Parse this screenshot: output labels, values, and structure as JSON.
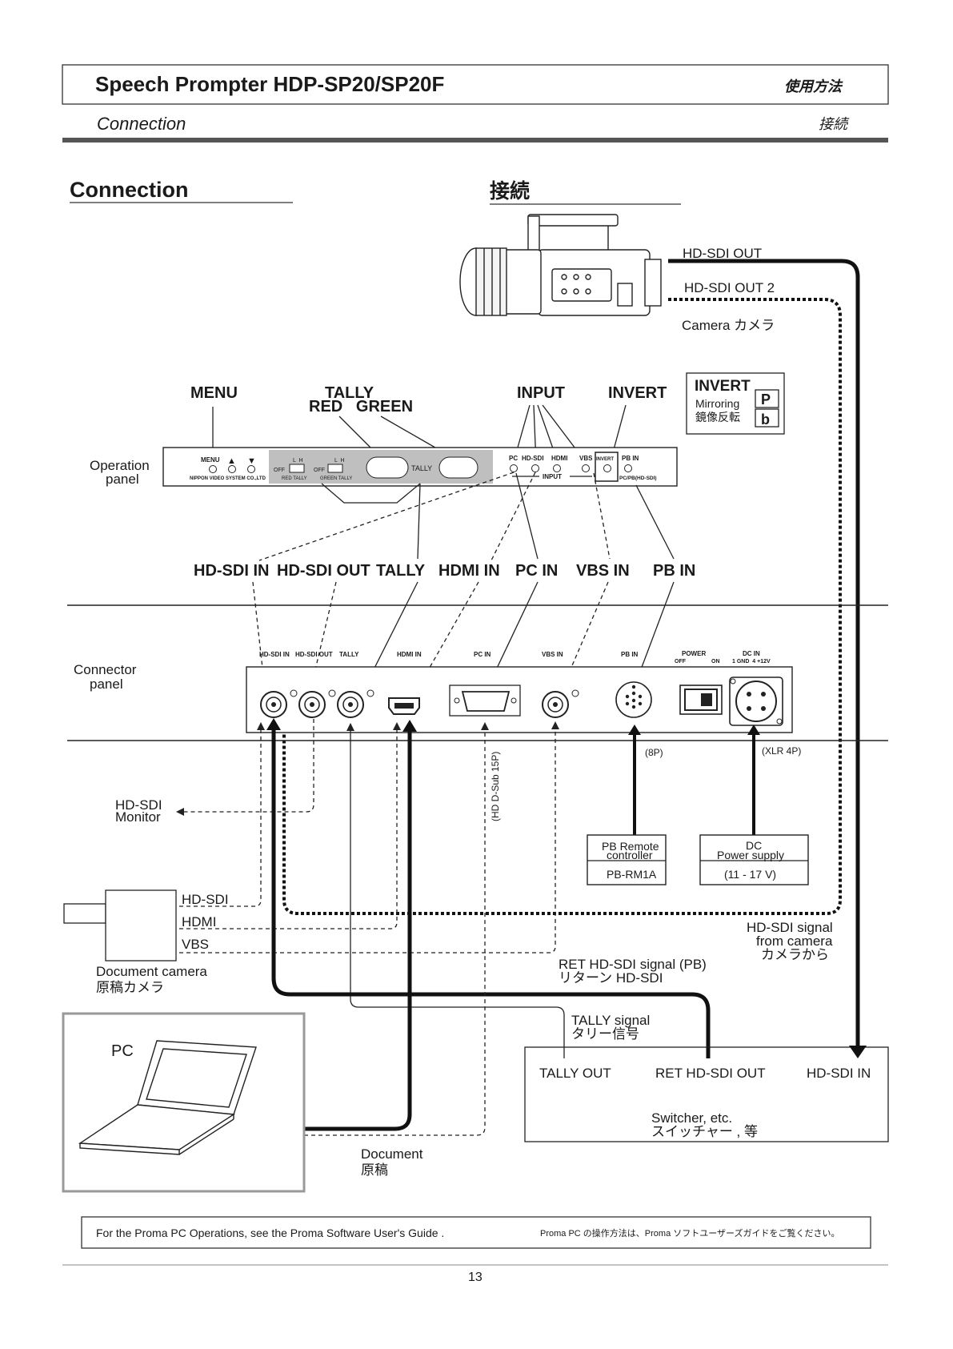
{
  "header": {
    "title": "Speech Prompter HDP-SP20/SP20F",
    "title_jp": "使用方法",
    "subtitle": "Connection",
    "subtitle_jp": "接続"
  },
  "section": {
    "title_en": "Connection",
    "title_jp": "接続"
  },
  "camera": {
    "out1": "HD-SDI OUT",
    "out2": "HD-SDI OUT 2",
    "label": "Camera カメラ"
  },
  "operation_panel": {
    "side_label_line1": "Operation",
    "side_label_line2": "panel",
    "callouts": {
      "menu": "MENU",
      "tally": "TALLY",
      "red_green": "RED   GREEN",
      "input": "INPUT",
      "invert": "INVERT"
    },
    "invert_box": {
      "title": "INVERT",
      "line1": "Mirroring",
      "line2": "鏡像反転",
      "glyph_p": "P",
      "glyph_b": "b"
    },
    "panel_text": {
      "menu": "MENU",
      "up": "▲",
      "down": "▼",
      "maker": "NIPPON VIDEO SYSTEM CO.,LTD",
      "lh": "L  H",
      "off": "OFF",
      "red_tally": "RED TALLY",
      "green_tally": "GREEN TALLY",
      "tally": "TALLY",
      "pc": "PC",
      "hdsdi": "HD-SDI",
      "hdmi": "HDMI",
      "vbs": "VBS",
      "invert": "INVERT",
      "pbin": "PB IN",
      "input": "INPUT",
      "pcpb": "PC/PB(HD-SDI)"
    }
  },
  "signal_labels": [
    "HD-SDI IN",
    "HD-SDI OUT",
    "TALLY",
    "HDMI IN",
    "PC IN",
    "VBS IN",
    "PB IN"
  ],
  "connector_panel": {
    "side_label_line1": "Connector",
    "side_label_line2": "panel",
    "ports": {
      "hdsdi_in": "HD-SDI IN",
      "hdsdi_out": "HD-SDI OUT",
      "tally": "TALLY",
      "hdmi_in": "HDMI IN",
      "pc_in": "PC IN",
      "vbs_in": "VBS IN",
      "pb_in": "PB IN",
      "power": "POWER",
      "off": "OFF",
      "on": "ON",
      "dc_in": "DC IN",
      "dc_pins": "1 GND  4 +12V"
    },
    "pin8": "(8P)",
    "xlr": "(XLR 4P)",
    "dsub": "(HD D-Sub 15P)"
  },
  "monitor": {
    "line1": "HD-SDI",
    "line2": "Monitor"
  },
  "doc_camera": {
    "hdsdi": "HD-SDI",
    "hdmi": "HDMI",
    "vbs": "VBS",
    "label": "Document camera",
    "label_jp": "原稿カメラ"
  },
  "pb_remote": {
    "line1": "PB Remote",
    "line2": "controller",
    "model": "PB-RM1A"
  },
  "dc_supply": {
    "line1": "DC",
    "line2": "Power supply",
    "range": "(11 - 17 V)"
  },
  "signals": {
    "hdsdi_from_cam_1": "HD-SDI signal",
    "hdsdi_from_cam_2": "from camera",
    "hdsdi_from_cam_3": "カメラから",
    "ret_1": "RET HD-SDI signal (PB)",
    "ret_2": "リターン HD-SDI",
    "tally_1": "TALLY signal",
    "tally_2": "タリー信号"
  },
  "pc": {
    "label": "PC"
  },
  "document": {
    "line1": "Document",
    "line2": "原稿"
  },
  "switcher": {
    "tally_out": "TALLY OUT",
    "ret_out": "RET HD-SDI OUT",
    "hdsdi_in": "HD-SDI IN",
    "line1": "Switcher, etc.",
    "line2": "スイッチャー , 等"
  },
  "footer": {
    "note_en": "For the Proma PC Operations, see the Proma Software User's Guide .",
    "note_jp": "Proma PC の操作方法は、Proma ソフトユーザーズガイドをご覧ください。",
    "page": "13"
  }
}
